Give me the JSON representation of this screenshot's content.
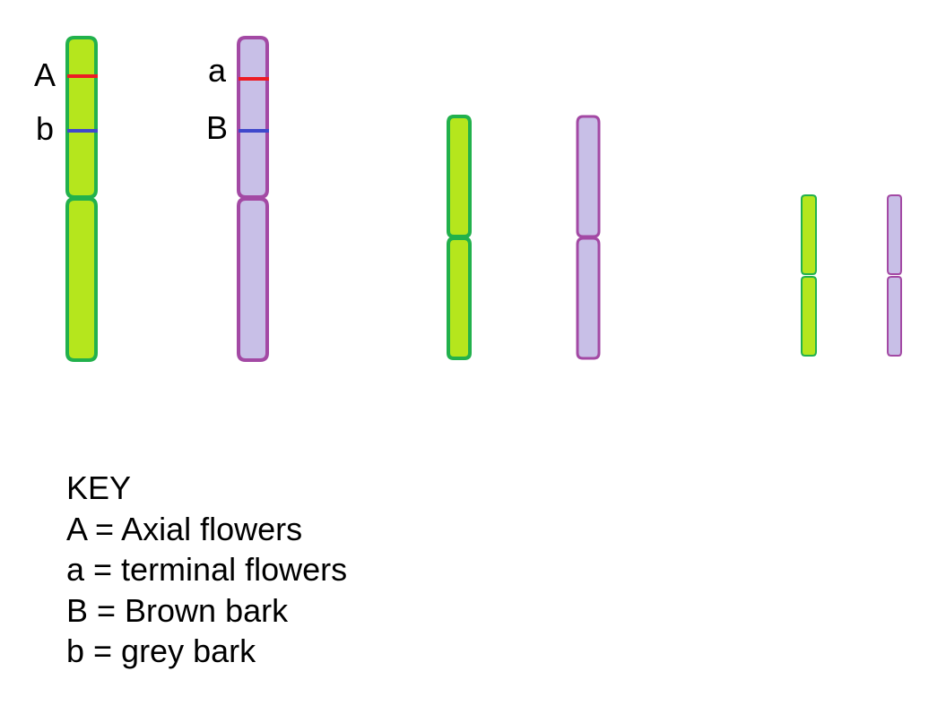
{
  "colors": {
    "green_fill": "#b5e61d",
    "green_outline": "#22b14c",
    "purple_fill": "#c8bfe7",
    "purple_outline": "#a349a4",
    "allele_A_line": "#ed1c24",
    "allele_B_line": "#3f48cc"
  },
  "chromosome_pairs": [
    {
      "left": {
        "color": "green",
        "alleles": [
          {
            "label": "A",
            "line_color": "red"
          },
          {
            "label": "b",
            "line_color": "blue"
          }
        ]
      },
      "right": {
        "color": "purple",
        "alleles": [
          {
            "label": "a",
            "line_color": "red"
          },
          {
            "label": "B",
            "line_color": "blue"
          }
        ]
      }
    },
    {
      "left": {
        "color": "green",
        "alleles": []
      },
      "right": {
        "color": "purple",
        "alleles": []
      }
    },
    {
      "left": {
        "color": "green",
        "alleles": []
      },
      "right": {
        "color": "purple",
        "alleles": []
      }
    }
  ],
  "key": {
    "title": "KEY",
    "entries": [
      "A = Axial flowers",
      "a = terminal flowers",
      "B = Brown bark",
      "b = grey bark"
    ]
  }
}
